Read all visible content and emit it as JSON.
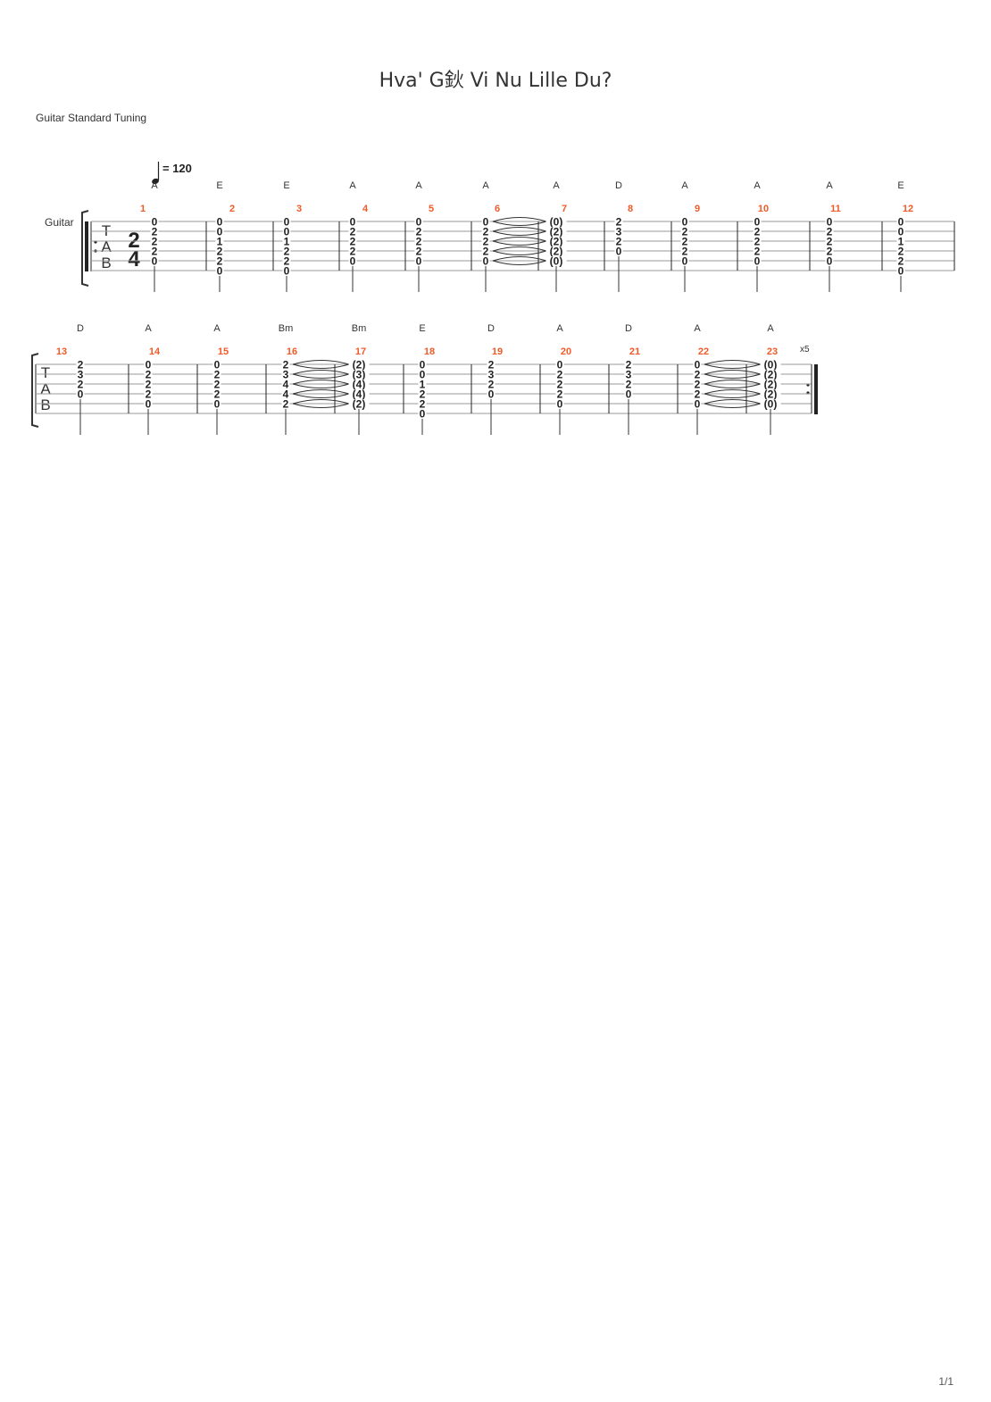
{
  "title": "Hva' G鈥 Vi Nu Lille Du?",
  "tuning": "Guitar Standard Tuning",
  "page": "1/1",
  "track_label": "Guitar",
  "tempo": "= 120",
  "time_signature": [
    "2",
    "4"
  ],
  "tab_letters": [
    "T",
    "A",
    "B"
  ],
  "repeat_count": "x5",
  "measure_number_color": "#f05a28",
  "systems": [
    {
      "measures": [
        {
          "number": "1",
          "chord": "A",
          "notes": [
            "0",
            "2",
            "2",
            "2",
            "0",
            ""
          ]
        },
        {
          "number": "2",
          "chord": "E",
          "notes": [
            "0",
            "0",
            "1",
            "2",
            "2",
            "0"
          ]
        },
        {
          "number": "3",
          "chord": "E",
          "notes": [
            "0",
            "0",
            "1",
            "2",
            "2",
            "0"
          ]
        },
        {
          "number": "4",
          "chord": "A",
          "notes": [
            "0",
            "2",
            "2",
            "2",
            "0",
            ""
          ]
        },
        {
          "number": "5",
          "chord": "A",
          "notes": [
            "0",
            "2",
            "2",
            "2",
            "0",
            ""
          ]
        },
        {
          "number": "6",
          "chord": "A",
          "notes": [
            "0",
            "2",
            "2",
            "2",
            "0",
            ""
          ],
          "tie": true
        },
        {
          "number": "7",
          "chord": "A",
          "notes": [
            "(0)",
            "(2)",
            "(2)",
            "(2)",
            "(0)",
            ""
          ]
        },
        {
          "number": "8",
          "chord": "D",
          "notes": [
            "2",
            "3",
            "2",
            "0",
            "",
            ""
          ]
        },
        {
          "number": "9",
          "chord": "A",
          "notes": [
            "0",
            "2",
            "2",
            "2",
            "0",
            ""
          ]
        },
        {
          "number": "10",
          "chord": "A",
          "notes": [
            "0",
            "2",
            "2",
            "2",
            "0",
            ""
          ]
        },
        {
          "number": "11",
          "chord": "A",
          "notes": [
            "0",
            "2",
            "2",
            "2",
            "0",
            ""
          ]
        },
        {
          "number": "12",
          "chord": "E",
          "notes": [
            "0",
            "0",
            "1",
            "2",
            "2",
            "0"
          ]
        }
      ]
    },
    {
      "measures": [
        {
          "number": "13",
          "chord": "D",
          "notes": [
            "2",
            "3",
            "2",
            "0",
            "",
            ""
          ]
        },
        {
          "number": "14",
          "chord": "A",
          "notes": [
            "0",
            "2",
            "2",
            "2",
            "0",
            ""
          ]
        },
        {
          "number": "15",
          "chord": "A",
          "notes": [
            "0",
            "2",
            "2",
            "2",
            "0",
            ""
          ]
        },
        {
          "number": "16",
          "chord": "Bm",
          "notes": [
            "2",
            "3",
            "4",
            "4",
            "2",
            ""
          ],
          "tie": true
        },
        {
          "number": "17",
          "chord": "Bm",
          "notes": [
            "(2)",
            "(3)",
            "(4)",
            "(4)",
            "(2)",
            ""
          ]
        },
        {
          "number": "18",
          "chord": "E",
          "notes": [
            "0",
            "0",
            "1",
            "2",
            "2",
            "0"
          ]
        },
        {
          "number": "19",
          "chord": "D",
          "notes": [
            "2",
            "3",
            "2",
            "0",
            "",
            ""
          ]
        },
        {
          "number": "20",
          "chord": "A",
          "notes": [
            "0",
            "2",
            "2",
            "2",
            "0",
            ""
          ]
        },
        {
          "number": "21",
          "chord": "D",
          "notes": [
            "2",
            "3",
            "2",
            "0",
            "",
            ""
          ]
        },
        {
          "number": "22",
          "chord": "A",
          "notes": [
            "0",
            "2",
            "2",
            "2",
            "0",
            ""
          ],
          "tie": true
        },
        {
          "number": "23",
          "chord": "A",
          "notes": [
            "(0)",
            "(2)",
            "(2)",
            "(2)",
            "(0)",
            ""
          ]
        }
      ]
    }
  ]
}
